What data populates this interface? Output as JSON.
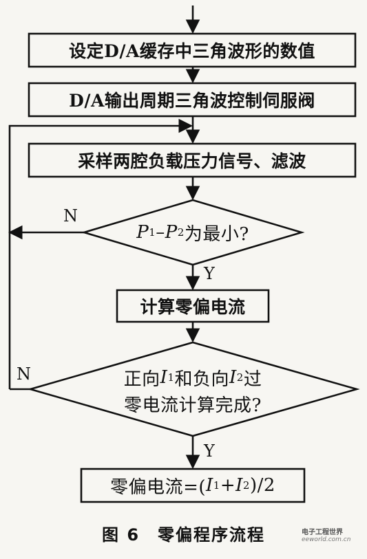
{
  "flowchart": {
    "step1": "设定D/A缓存中三角波形的数值",
    "step2": "D/A输出周期三角波控制伺服阀",
    "step3": "采样两腔负载压力信号、滤波",
    "decision1": {
      "p1": "P",
      "sub1": "1",
      "dash": "–",
      "p2": "P",
      "sub2": "2",
      "tail": "为最小?"
    },
    "step4": "计算零偏电流",
    "decision2": {
      "line1_a": "正向",
      "i1": "I",
      "i1_sub": "1",
      "line1_b": "和负向",
      "i2": "I",
      "i2_sub": "2",
      "line1_c": "过",
      "line2": "零电流计算完成?"
    },
    "step5": {
      "a": "零偏电流=(",
      "i1": "I",
      "i1_sub": "1",
      "plus": "+",
      "i2": "I",
      "i2_sub": "2",
      "b": ")/2"
    },
    "no_label": "N",
    "yes_label": "Y"
  },
  "caption": "图 6　零偏程序流程",
  "watermark": {
    "zh": "电子工程世界",
    "en": "eeworld.com.cn"
  }
}
